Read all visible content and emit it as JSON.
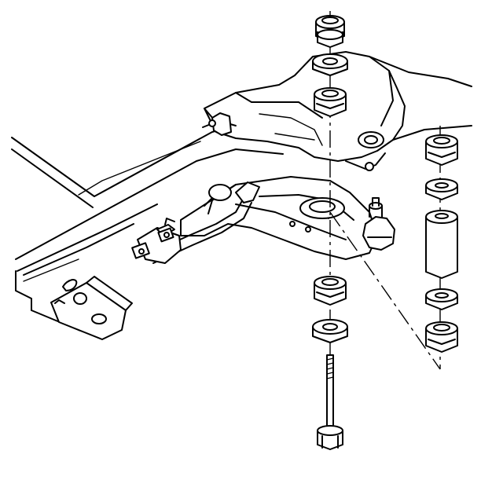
{
  "figure": {
    "type": "exploded-view",
    "colors": {
      "line": "#000000",
      "fill": "#ffffff"
    },
    "parts": [
      "frame-rail",
      "crossmember",
      "lower-control-arm",
      "ball-joint",
      "stabilizer-bar",
      "stabilizer-bracket",
      "link-bolt",
      "upper-insulator",
      "retainer",
      "lower-insulator",
      "spacer",
      "nut"
    ]
  }
}
